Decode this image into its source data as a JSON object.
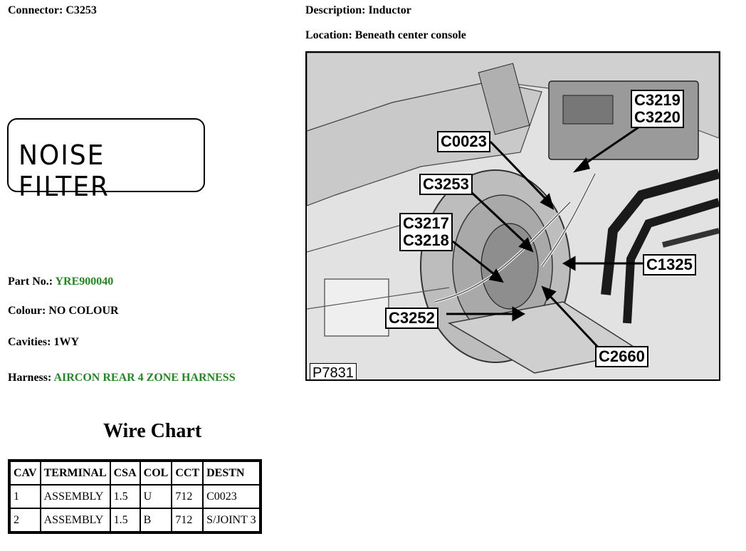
{
  "header": {
    "connector_label": "Connector:",
    "connector_value": "C3253",
    "description_label": "Description:",
    "description_value": "Inductor",
    "location_label": "Location:",
    "location_value": "Beneath center console"
  },
  "component_label": "NOISE FILTER",
  "details": {
    "partno_label": "Part No.:",
    "partno_value": "YRE900040",
    "colour_label": "Colour:",
    "colour_value": "NO COLOUR",
    "cavities_label": "Cavities:",
    "cavities_value": "1WY",
    "harness_label": "Harness:",
    "harness_value": "AIRCON REAR 4 ZONE HARNESS"
  },
  "wire_chart": {
    "title": "Wire Chart",
    "headers": [
      "CAV",
      "TERMINAL",
      "CSA",
      "COL",
      "CCT",
      "DESTN"
    ],
    "rows": [
      [
        "1",
        "ASSEMBLY",
        "1.5",
        "U",
        "712",
        "C0023"
      ],
      [
        "2",
        "ASSEMBLY",
        "1.5",
        "B",
        "712",
        "S/JOINT 3"
      ]
    ]
  },
  "image": {
    "ref": "P7831",
    "callouts": {
      "c3219": "C3219",
      "c3220": "C3220",
      "c0023": "C0023",
      "c3253": "C3253",
      "c3217": "C3217",
      "c3218": "C3218",
      "c1325": "C1325",
      "c3252": "C3252",
      "c2660": "C2660"
    }
  },
  "colors": {
    "accent_green": "#1f8a1f"
  }
}
